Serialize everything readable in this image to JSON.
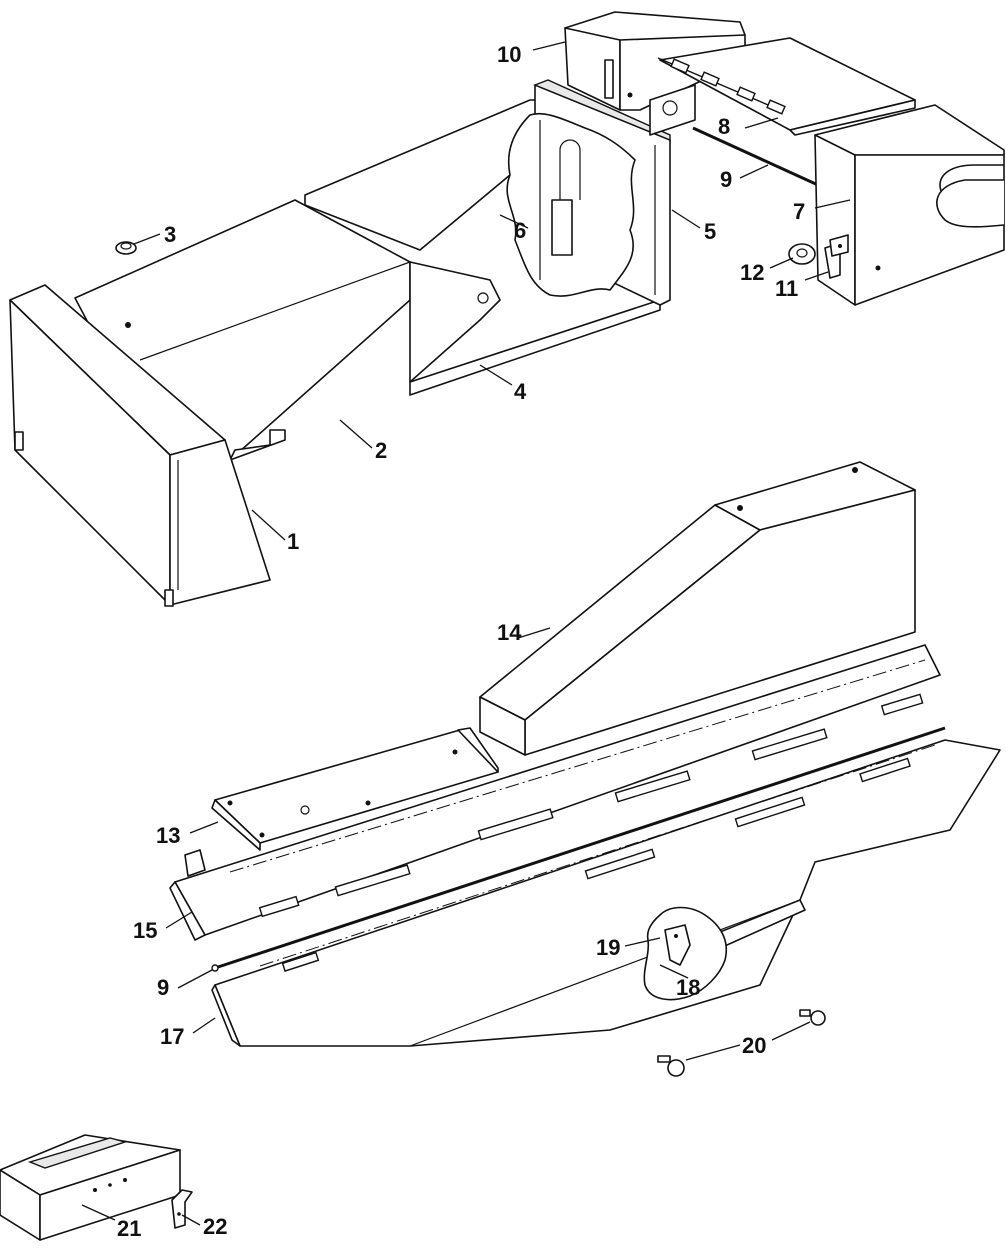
{
  "callouts": {
    "c1": "1",
    "c2": "2",
    "c3": "3",
    "c4": "4",
    "c5": "5",
    "c6": "6",
    "c7": "7",
    "c8": "8",
    "c9a": "9",
    "c10": "10",
    "c11": "11",
    "c12": "12",
    "c13": "13",
    "c14": "14",
    "c15": "15",
    "c9b": "9",
    "c17": "17",
    "c18": "18",
    "c19": "19",
    "c20": "20",
    "c21": "21",
    "c22": "22"
  }
}
